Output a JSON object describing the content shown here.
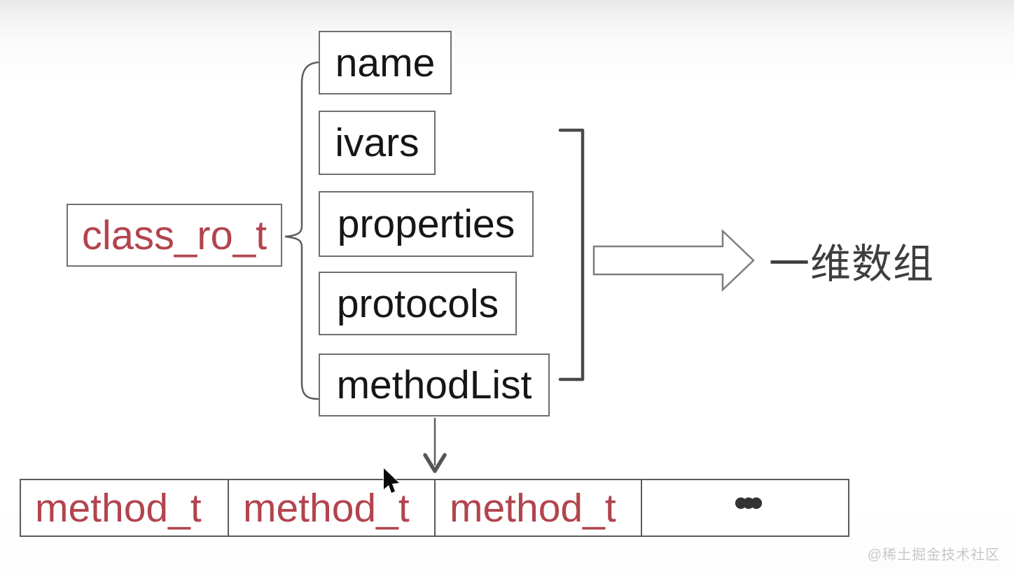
{
  "diagram": {
    "root_box": {
      "label": "class_ro_t"
    },
    "field_boxes": [
      {
        "label": "name"
      },
      {
        "label": "ivars"
      },
      {
        "label": "properties"
      },
      {
        "label": "protocols"
      },
      {
        "label": "methodList"
      }
    ],
    "arrow_annotation": {
      "label": "一维数组"
    },
    "method_table": {
      "cells": [
        "method_t",
        "method_t",
        "method_t"
      ],
      "ellipsis": "•••"
    },
    "watermark": "@稀土掘金技术社区",
    "icons": {
      "block_arrow": "block-arrow-right-icon",
      "down_arrow": "down-arrow-icon",
      "cursor": "mouse-cursor-icon"
    },
    "colors": {
      "accent_red": "#b2444e",
      "ink": "#161616",
      "box_border": "#6f6f6f",
      "connector": "#5c5c5c",
      "bracket": "#4a4a4a",
      "annotation_text": "#3e3e3e",
      "dots": "#333333",
      "watermark": "#c7c7c7"
    }
  }
}
